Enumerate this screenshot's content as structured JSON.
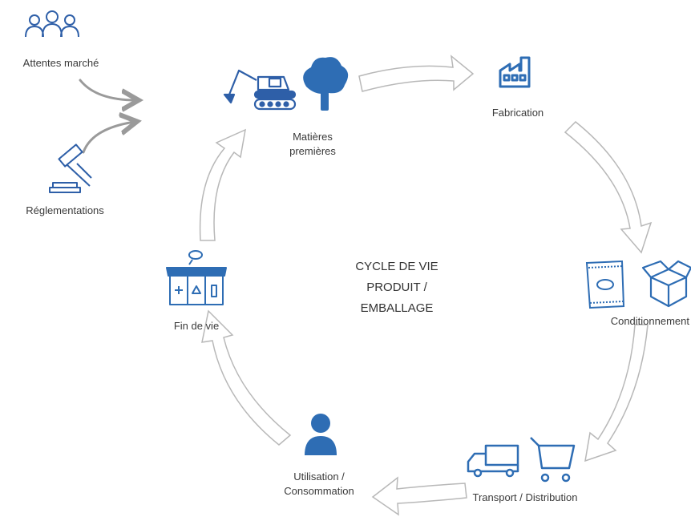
{
  "center_title": [
    "CYCLE DE VIE",
    "PRODUIT /",
    "EMBALLAGE"
  ],
  "nodes": {
    "matieres": {
      "label": [
        "Matières",
        "premières"
      ],
      "icons": [
        "excavator-icon",
        "tree-icon"
      ]
    },
    "fabrication": {
      "label": "Fabrication",
      "icon": "factory-icon"
    },
    "conditionnement": {
      "label": "Conditionnement",
      "icons": [
        "package-bag-icon",
        "open-box-icon"
      ]
    },
    "transport": {
      "label": "Transport / Distribution",
      "icons": [
        "truck-icon",
        "shopping-cart-icon"
      ]
    },
    "utilisation": {
      "label": [
        "Utilisation /",
        "Consommation"
      ],
      "icon": "user-icon"
    },
    "fin_de_vie": {
      "label": "Fin de vie",
      "icon": "recycling-bins-icon"
    }
  },
  "inputs": {
    "attentes": {
      "label": "Attentes marché",
      "icon": "people-group-icon"
    },
    "reglementations": {
      "label": "Réglementations",
      "icon": "gavel-icon"
    }
  },
  "colors": {
    "icon_blue": "#2e6db4",
    "icon_line": "#2e5fa8",
    "arrow_fill": "#ffffff",
    "arrow_stroke": "#b8b8b8",
    "input_arrow": "#9a9a9a",
    "text": "#3a3a3a"
  }
}
